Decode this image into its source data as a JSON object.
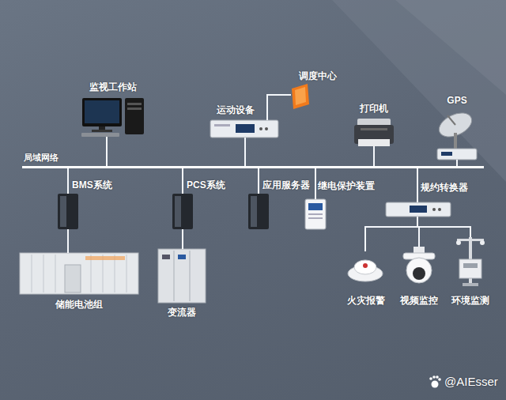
{
  "diagram": {
    "nodes": [
      {
        "text": [
          "监视工作站"
        ]
      },
      {
        "text": [
          "调度中心"
        ]
      },
      {
        "text": [
          "运动设备"
        ]
      },
      {
        "text": [
          "打印机"
        ]
      },
      {
        "text": [
          "GPS"
        ]
      },
      {
        "text": [
          "局域网络"
        ]
      },
      {
        "text": [
          "BMS系统"
        ]
      },
      {
        "text": [
          "PCS系统"
        ]
      },
      {
        "text": [
          "应用服务器"
        ]
      },
      {
        "text": [
          "继电保护装置"
        ]
      },
      {
        "text": [
          "规约转换器"
        ]
      },
      {
        "text": [
          "储能电池组"
        ]
      },
      {
        "text": [
          "变流器"
        ]
      },
      {
        "text": [
          "火灾报警"
        ]
      },
      {
        "text": [
          "视频监控"
        ]
      },
      {
        "text": [
          "环境监测"
        ]
      }
    ],
    "edges": [
      {
        "from": 0,
        "to": 5,
        "arrow": "none"
      },
      {
        "from": 2,
        "to": 5,
        "arrow": "none"
      },
      {
        "from": 2,
        "to": 1,
        "arrow": "none"
      },
      {
        "from": 3,
        "to": 5,
        "arrow": "none"
      },
      {
        "from": 4,
        "to": 5,
        "arrow": "none"
      },
      {
        "from": 5,
        "to": 6,
        "arrow": "none"
      },
      {
        "from": 5,
        "to": 7,
        "arrow": "none"
      },
      {
        "from": 5,
        "to": 8,
        "arrow": "none"
      },
      {
        "from": 5,
        "to": 9,
        "arrow": "none"
      },
      {
        "from": 5,
        "to": 10,
        "arrow": "none"
      },
      {
        "from": 6,
        "to": 11,
        "arrow": "none"
      },
      {
        "from": 7,
        "to": 12,
        "arrow": "none"
      },
      {
        "from": 10,
        "to": 13,
        "arrow": "none"
      },
      {
        "from": 10,
        "to": 14,
        "arrow": "none"
      },
      {
        "from": 10,
        "to": 15,
        "arrow": "none"
      }
    ],
    "labels": [
      "@AIEsser"
    ]
  }
}
